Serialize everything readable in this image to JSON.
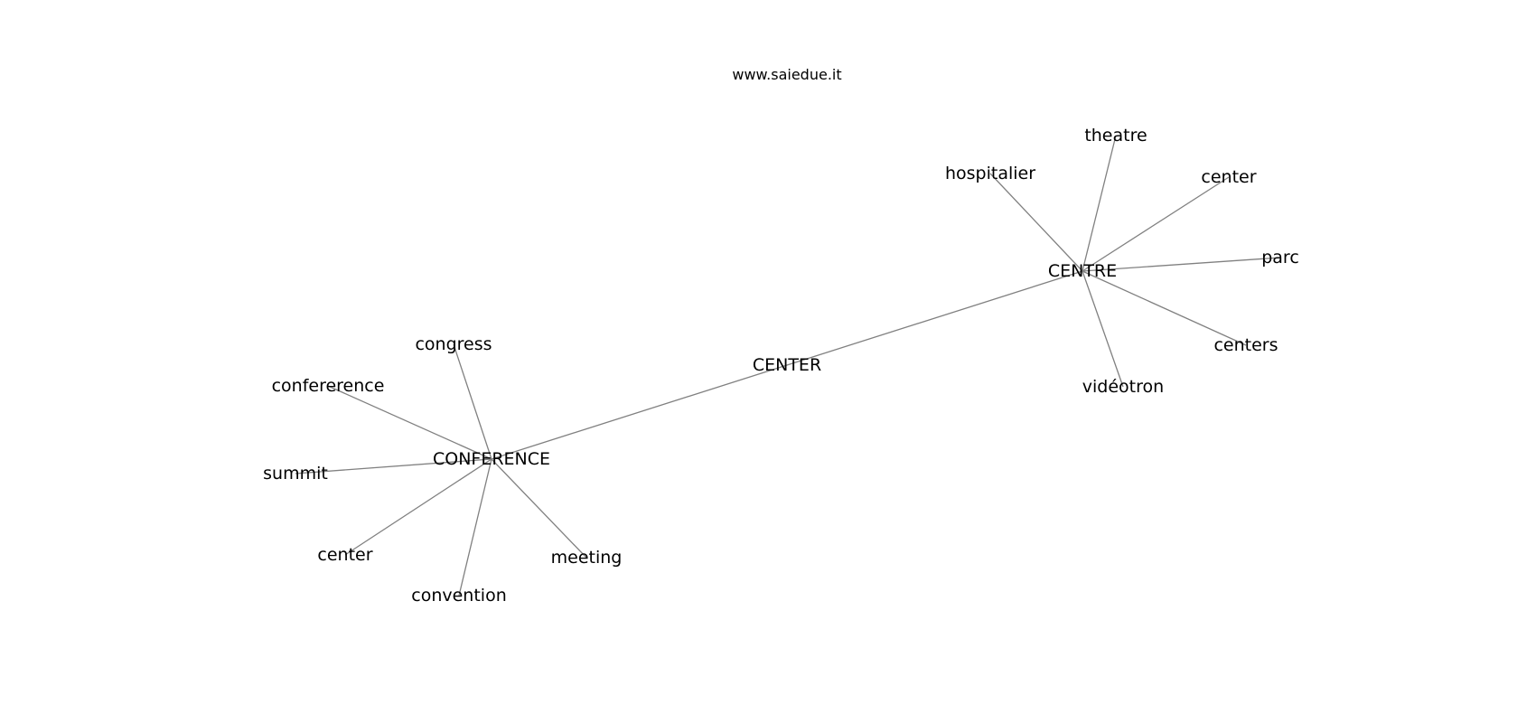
{
  "title": "www.saiedue.it",
  "colors": {
    "edge": "#808080",
    "text": "#000000",
    "background": "#ffffff"
  },
  "nodes": [
    {
      "id": "n-center-hub",
      "label": "CENTER"
    },
    {
      "id": "n-centre",
      "label": "CENTRE"
    },
    {
      "id": "n-conference",
      "label": "CONFERENCE"
    },
    {
      "id": "n-theatre",
      "label": "theatre"
    },
    {
      "id": "n-hospitalier",
      "label": "hospitalier"
    },
    {
      "id": "n-center-r",
      "label": "center"
    },
    {
      "id": "n-parc",
      "label": "parc"
    },
    {
      "id": "n-centers",
      "label": "centers"
    },
    {
      "id": "n-videotron",
      "label": "vidéotron"
    },
    {
      "id": "n-congress",
      "label": "congress"
    },
    {
      "id": "n-confererence",
      "label": "confererence"
    },
    {
      "id": "n-summit",
      "label": "summit"
    },
    {
      "id": "n-center-l",
      "label": "center"
    },
    {
      "id": "n-convention",
      "label": "convention"
    },
    {
      "id": "n-meeting",
      "label": "meeting"
    }
  ],
  "edges": [
    {
      "source": "n-conference",
      "target": "n-centre"
    },
    {
      "source": "n-centre",
      "target": "n-theatre"
    },
    {
      "source": "n-centre",
      "target": "n-hospitalier"
    },
    {
      "source": "n-centre",
      "target": "n-center-r"
    },
    {
      "source": "n-centre",
      "target": "n-parc"
    },
    {
      "source": "n-centre",
      "target": "n-centers"
    },
    {
      "source": "n-centre",
      "target": "n-videotron"
    },
    {
      "source": "n-conference",
      "target": "n-congress"
    },
    {
      "source": "n-conference",
      "target": "n-confererence"
    },
    {
      "source": "n-conference",
      "target": "n-summit"
    },
    {
      "source": "n-conference",
      "target": "n-center-l"
    },
    {
      "source": "n-conference",
      "target": "n-convention"
    },
    {
      "source": "n-conference",
      "target": "n-meeting"
    }
  ]
}
